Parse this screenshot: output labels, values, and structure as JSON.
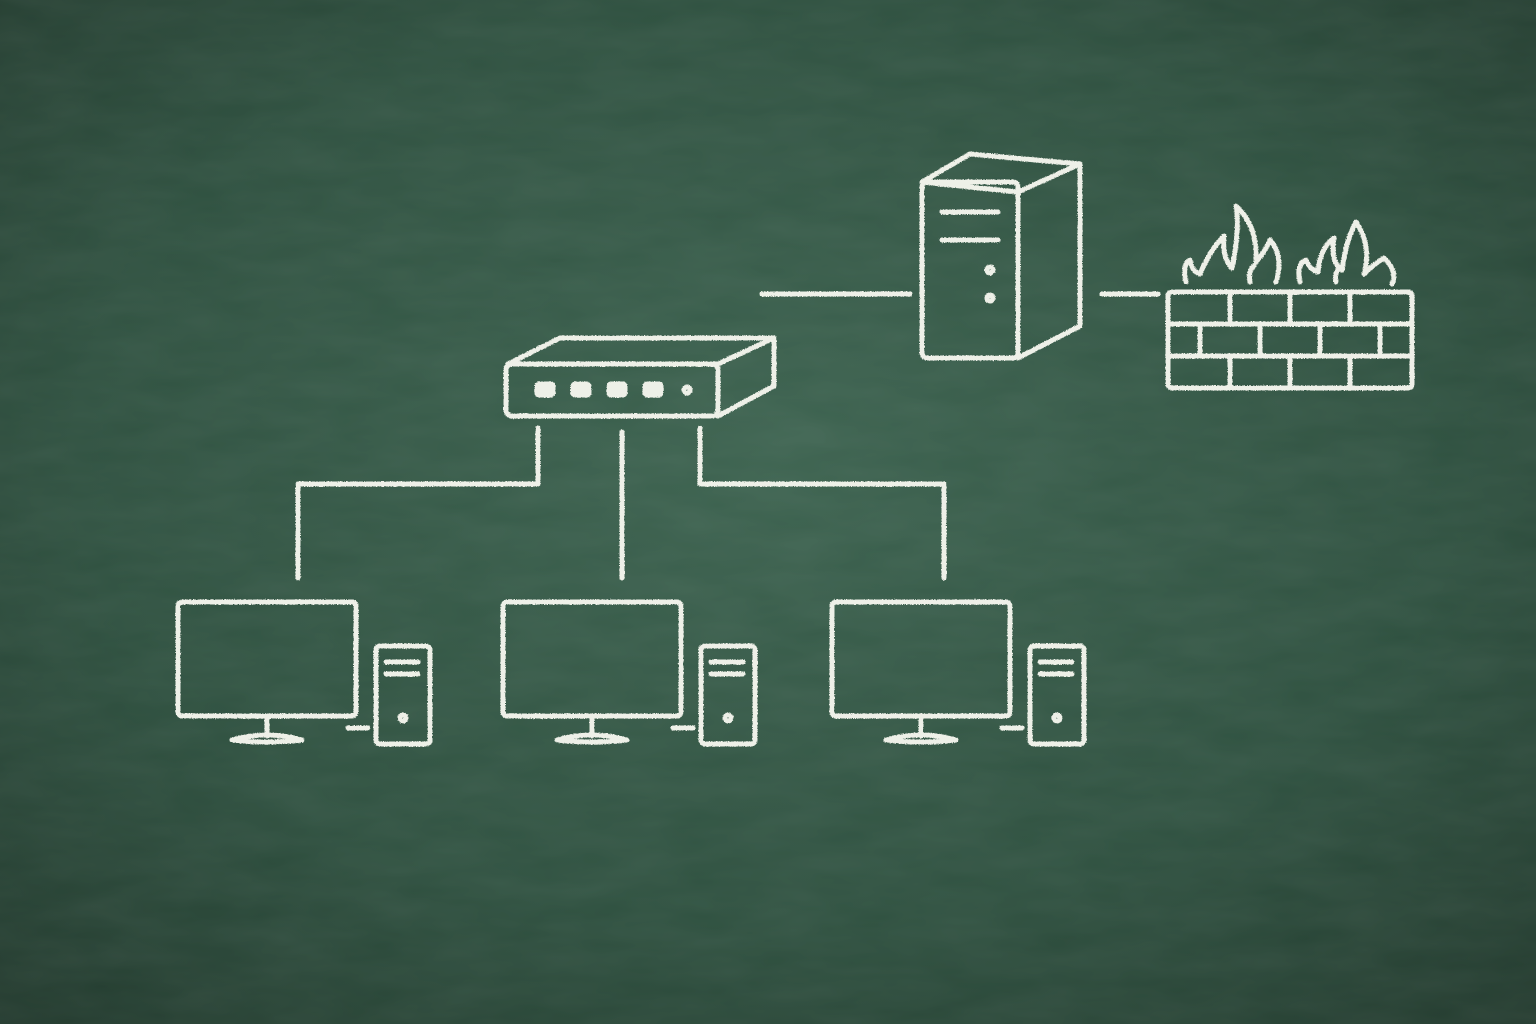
{
  "colors": {
    "board": "#2f5140",
    "board_dark": "#22392d",
    "board_light": "#3d6350",
    "chalk": "#eef0e8"
  },
  "diagram": {
    "nodes": [
      {
        "id": "switch",
        "icon": "network-switch-icon"
      },
      {
        "id": "server",
        "icon": "server-tower-icon"
      },
      {
        "id": "firewall",
        "icon": "firewall-icon"
      },
      {
        "id": "workstation-1",
        "icon": "desktop-computer-icon"
      },
      {
        "id": "workstation-2",
        "icon": "desktop-computer-icon"
      },
      {
        "id": "workstation-3",
        "icon": "desktop-computer-icon"
      }
    ],
    "links": [
      {
        "from": "server",
        "to": "switch"
      },
      {
        "from": "server",
        "to": "firewall"
      },
      {
        "from": "switch",
        "to": "workstation-1"
      },
      {
        "from": "switch",
        "to": "workstation-2"
      },
      {
        "from": "switch",
        "to": "workstation-3"
      }
    ]
  }
}
